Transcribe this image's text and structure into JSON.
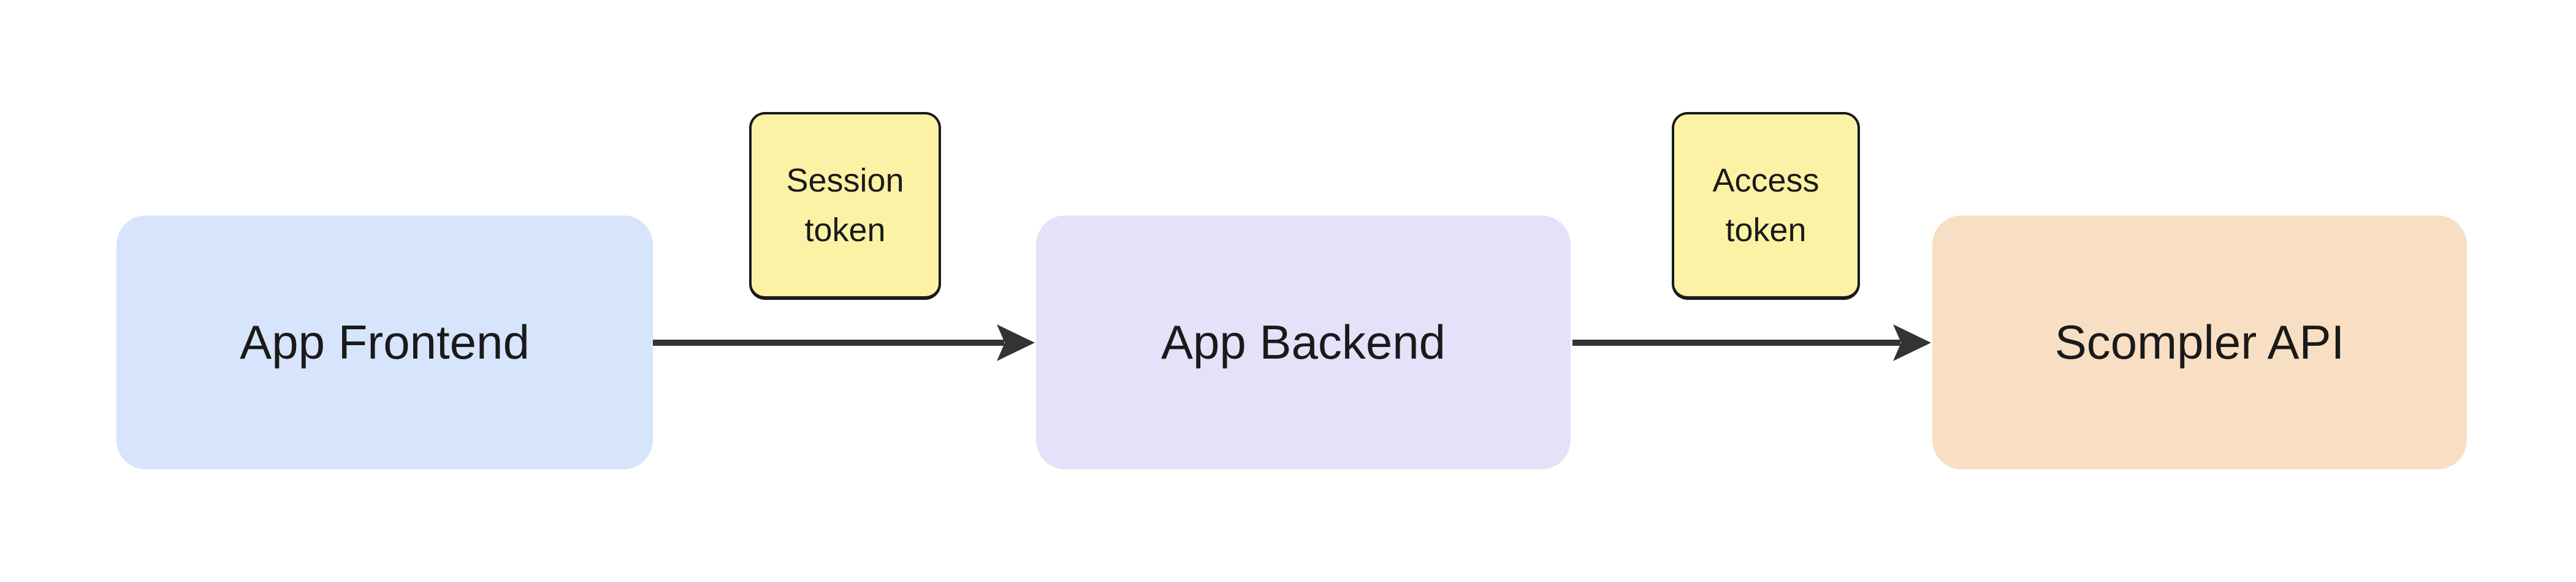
{
  "diagram": {
    "type": "flowchart-left-to-right",
    "background": "#ffffff",
    "text_color": "#1a1a1a",
    "arrow_color": "#333333",
    "nodes": [
      {
        "id": "app-frontend",
        "label": "App Frontend",
        "fill": "#d6e5fb"
      },
      {
        "id": "app-backend",
        "label": "App Backend",
        "fill": "#e6e0f9"
      },
      {
        "id": "scompler-api",
        "label": "Scompler API",
        "fill": "#f8dfc3"
      }
    ],
    "edges": [
      {
        "from": "App Frontend",
        "to": "App Backend",
        "label": "Session token",
        "label_fill": "#fbf2a5",
        "label_border": "#1a1a1a"
      },
      {
        "from": "App Backend",
        "to": "Scompler API",
        "label": "Access token",
        "label_fill": "#fbf2a5",
        "label_border": "#1a1a1a"
      }
    ]
  }
}
